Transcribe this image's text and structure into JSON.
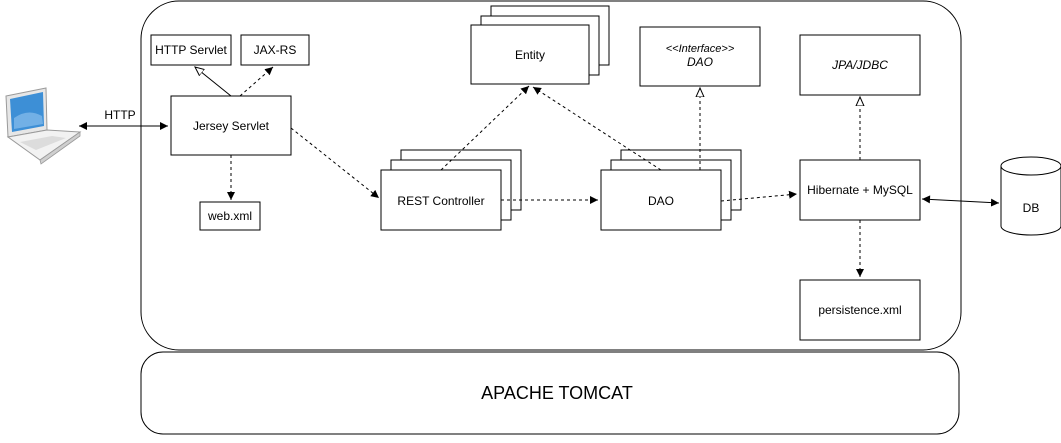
{
  "containers": {
    "app": "",
    "server": "APACHE TOMCAT"
  },
  "nodes": {
    "http_servlet": "HTTP Servlet",
    "jax_rs": "JAX-RS",
    "jersey_servlet": "Jersey Servlet",
    "web_xml": "web.xml",
    "entity": "Entity",
    "rest_controller": "REST Controller",
    "dao_interface_stereotype": "<<Interface>>",
    "dao_interface_name": "DAO",
    "dao": "DAO",
    "jpa_jdbc": "JPA/JDBC",
    "hibernate_mysql": "Hibernate + MySQL",
    "persistence_xml": "persistence.xml",
    "db": "DB"
  },
  "edges": {
    "http_label": "HTTP"
  },
  "icons": {
    "client": "laptop-icon",
    "database": "database-cylinder-icon"
  },
  "colors": {
    "stroke": "#000000",
    "fill": "#ffffff",
    "laptop_screen": "#3d8fd6"
  }
}
